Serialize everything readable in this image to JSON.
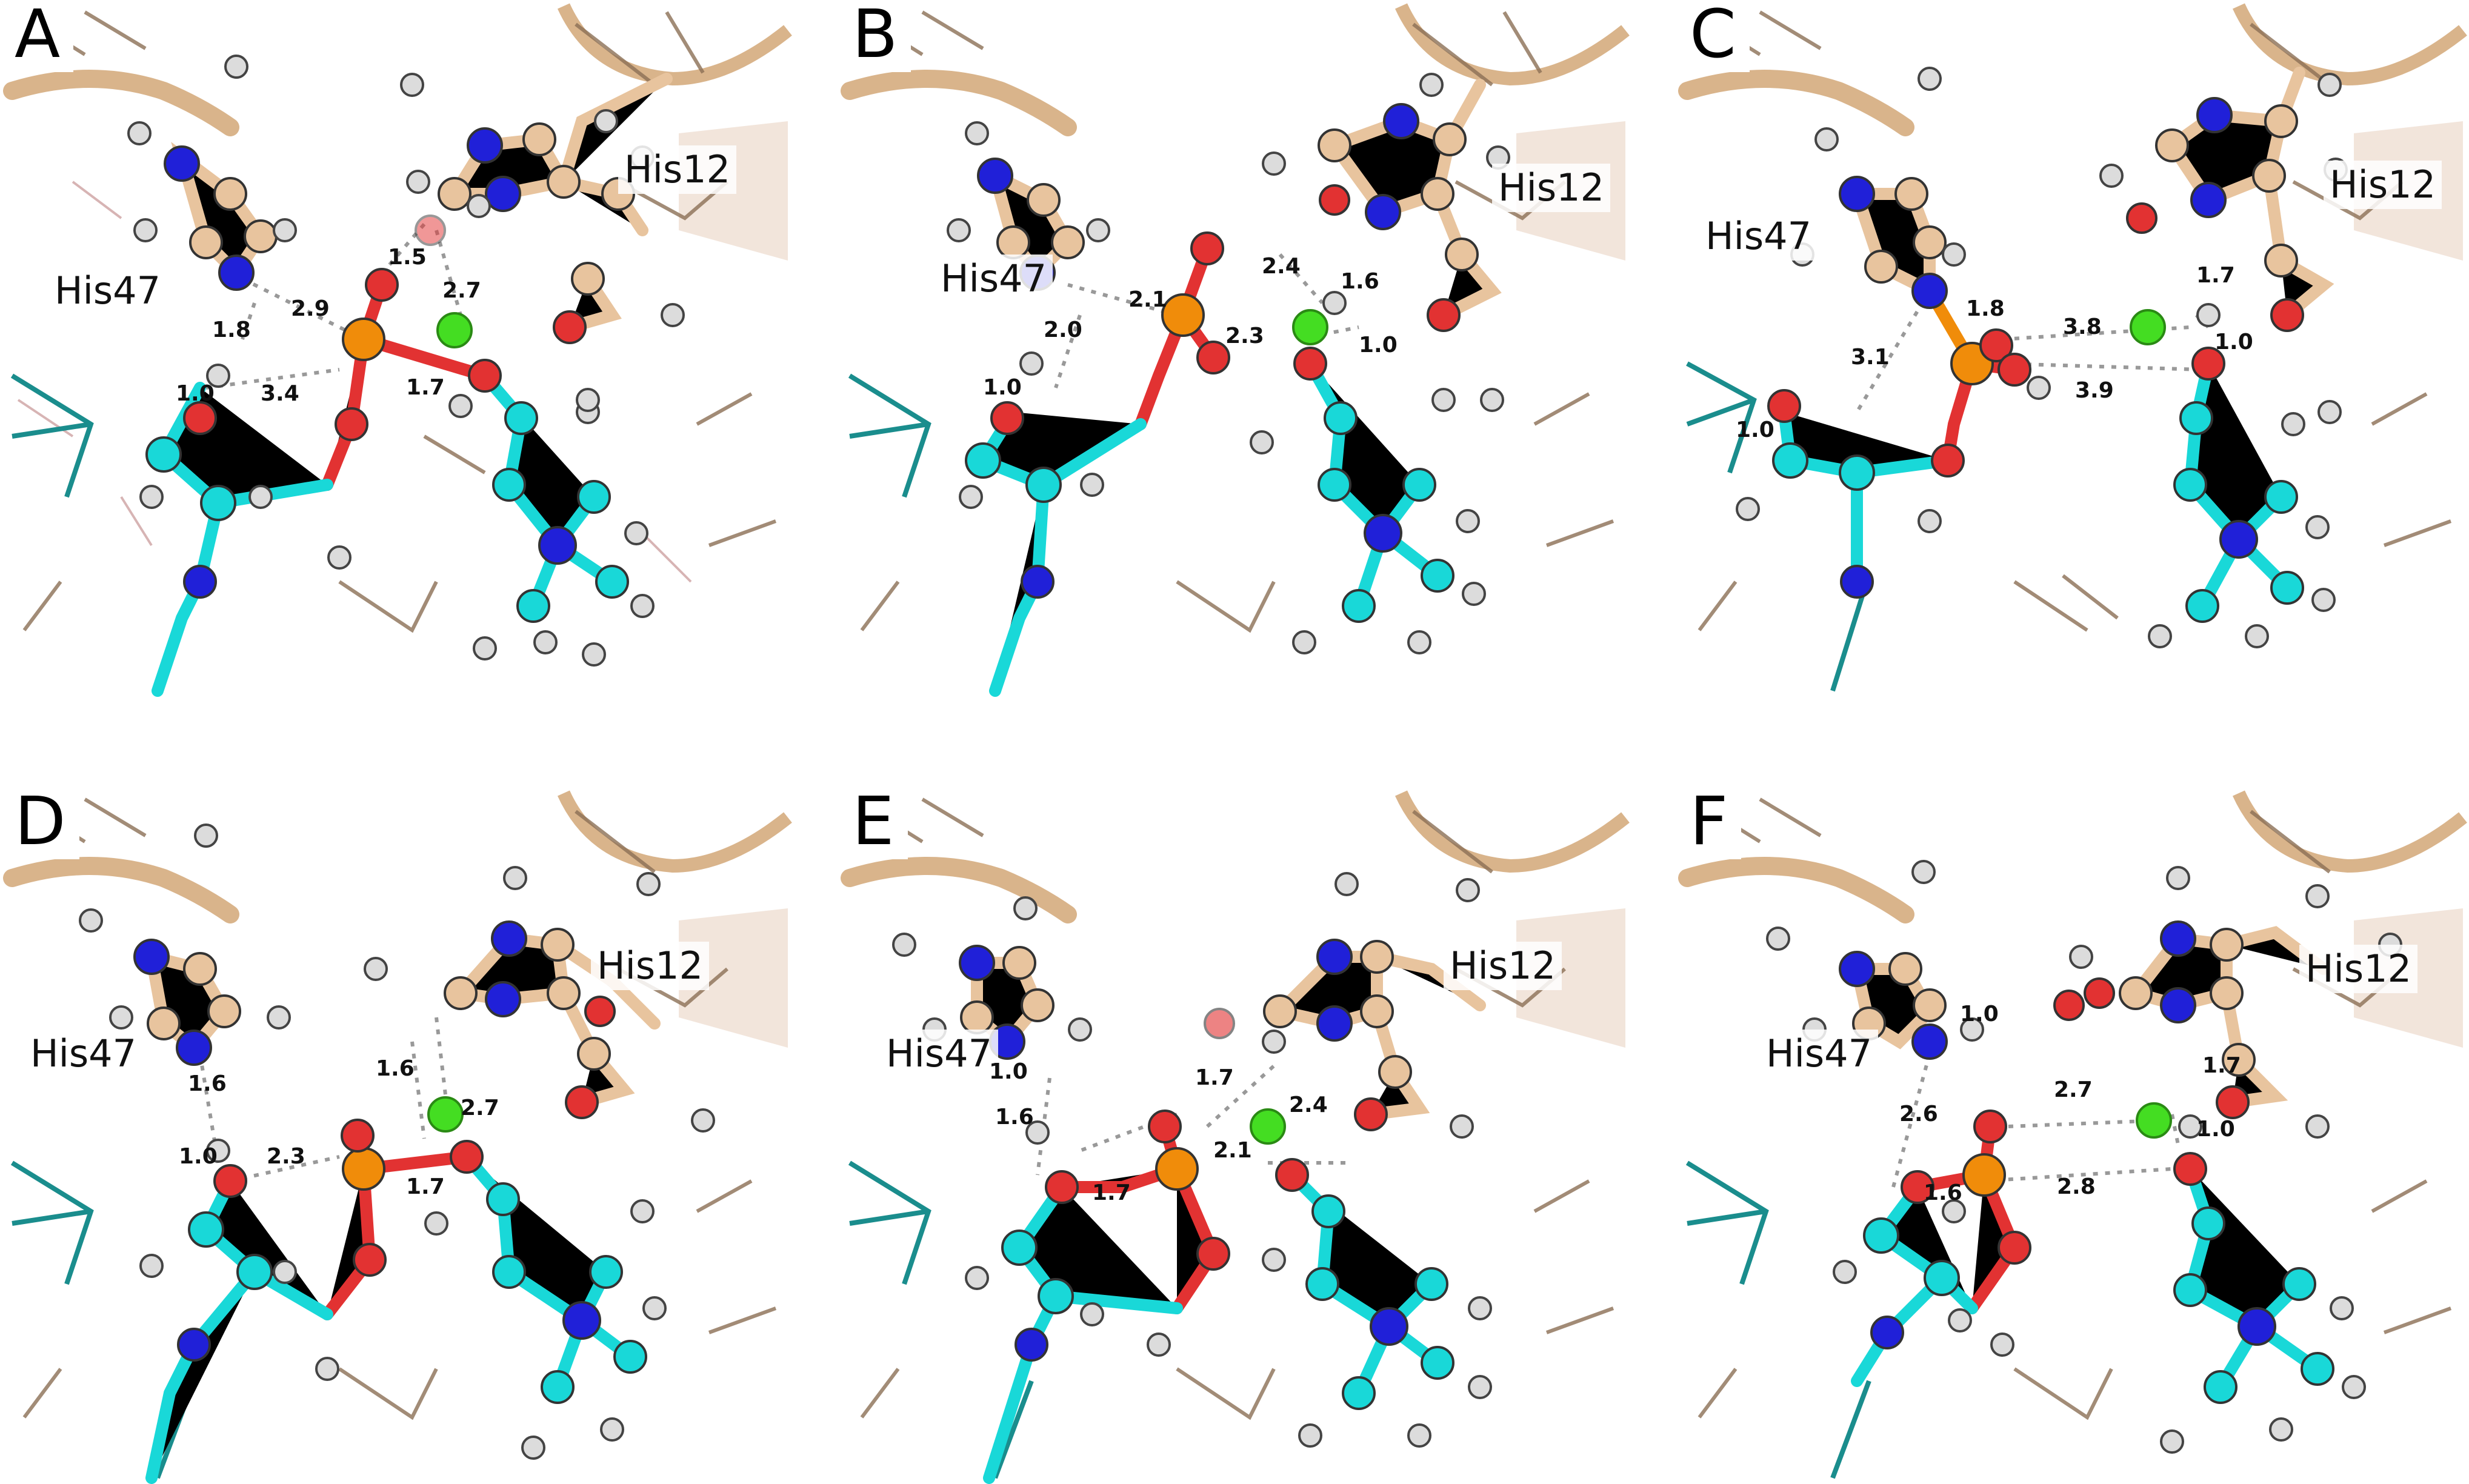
{
  "colors": {
    "carbon_substrate": "#19d8d8",
    "carbon_protein": "#e8c49e",
    "ribbon": "#d9b48b",
    "nitrogen": "#2020d8",
    "oxygen": "#e23232",
    "phosphorus": "#f08c0a",
    "hydrogen": "#dcdcdc",
    "magnesium": "#44dd22",
    "hbond": "#aaaaaa"
  },
  "panels": [
    {
      "letter": "A",
      "residues": {
        "his47": "His47",
        "his12": "His12"
      },
      "distances": [
        "1.5",
        "2.7",
        "2.9",
        "1.8",
        "1.0",
        "3.4",
        "1.7"
      ]
    },
    {
      "letter": "B",
      "residues": {
        "his47": "His47",
        "his12": "His12"
      },
      "distances": [
        "2.4",
        "1.6",
        "2.1",
        "2.0",
        "2.3",
        "1.0",
        "1.0"
      ]
    },
    {
      "letter": "C",
      "residues": {
        "his47": "His47",
        "his12": "His12"
      },
      "distances": [
        "1.8",
        "1.7",
        "3.8",
        "1.0",
        "3.1",
        "1.0",
        "3.9"
      ]
    },
    {
      "letter": "D",
      "residues": {
        "his47": "His47",
        "his12": "His12"
      },
      "distances": [
        "1.6",
        "1.6",
        "2.7",
        "1.0",
        "2.3",
        "1.7"
      ]
    },
    {
      "letter": "E",
      "residues": {
        "his47": "His47",
        "his12": "His12"
      },
      "distances": [
        "1.0",
        "1.7",
        "1.6",
        "2.4",
        "2.1",
        "1.7"
      ]
    },
    {
      "letter": "F",
      "residues": {
        "his47": "His47",
        "his12": "His12"
      },
      "distances": [
        "1.0",
        "2.7",
        "1.7",
        "1.0",
        "2.6",
        "2.8",
        "1.6"
      ]
    }
  ]
}
